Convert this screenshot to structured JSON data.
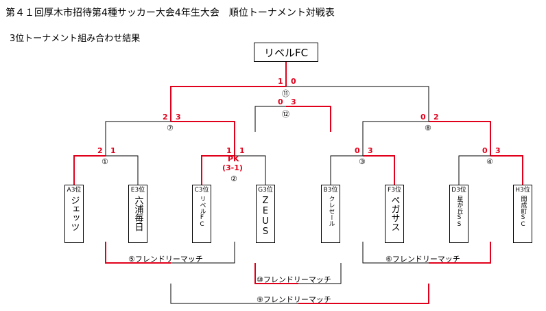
{
  "header": {
    "title": "第４１回厚木市招待第4種サッカー大会4年生大会　順位トーナメント対戦表",
    "subtitle": "3位トーナメント組み合わせ結果"
  },
  "champion": "リベルFC",
  "teams": [
    {
      "rank": "A3位",
      "name": "ジェッツ"
    },
    {
      "rank": "E3位",
      "name": "六浦毎日"
    },
    {
      "rank": "C3位",
      "name": "リベルFC"
    },
    {
      "rank": "G3位",
      "name": "ZEUS"
    },
    {
      "rank": "B3位",
      "name": "クレセール"
    },
    {
      "rank": "F3位",
      "name": "ペガサス"
    },
    {
      "rank": "D3位",
      "name": "星が丘SS"
    },
    {
      "rank": "H3位",
      "name": "開成町SC"
    }
  ],
  "matches": {
    "m1": {
      "label": "①",
      "score_left": "2",
      "score_right": "1"
    },
    "m2": {
      "label": "②",
      "score_left": "1",
      "score_right": "1",
      "pk": "PK",
      "pk_score": "(3-1)"
    },
    "m3": {
      "label": "③",
      "score_left": "0",
      "score_right": "3"
    },
    "m4": {
      "label": "④",
      "score_left": "0",
      "score_right": "3"
    },
    "m7": {
      "label": "⑦",
      "score_left": "2",
      "score_right": "3"
    },
    "m8": {
      "label": "⑧",
      "score_left": "0",
      "score_right": "2"
    },
    "m11": {
      "label": "⑪",
      "score_left": "1",
      "score_right": "0"
    },
    "m12": {
      "label": "⑫",
      "score_left": "0",
      "score_right": "3"
    }
  },
  "friendly": {
    "f5": "⑤フレンドリーマッチ",
    "f6": "⑥フレンドリーマッチ",
    "f10": "⑩フレンドリーマッチ",
    "f9": "⑨フレンドリーマッチ"
  },
  "colors": {
    "win": "#e0001b",
    "line": "#000000"
  }
}
